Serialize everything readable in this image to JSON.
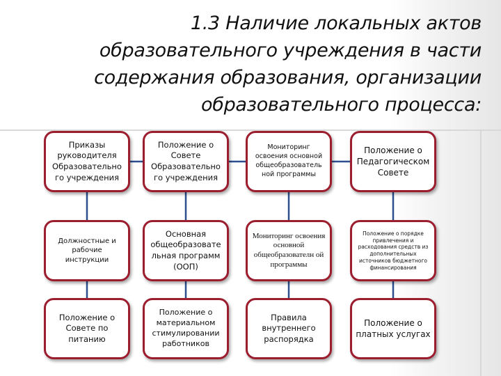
{
  "title_lines": [
    "1.3 Наличие локальных актов",
    "образовательного учреждения в части",
    "содержания  образования, организации",
    "образовательного процесса:"
  ],
  "boxes": {
    "r1c1": "Приказы руководителя Образовательно го учреждения",
    "r1c2": "Положение о Совете Образовательно го учреждения",
    "r1c3": "Мониторинг освоения основной общеобразователь ной программы",
    "r1c4": "Положение о Педагогическом Совете",
    "r2c1": "Должностные  и рабочие инструкции",
    "r2c2": "Основная общеобразовате льная программ (ООП)",
    "r2c3": "Мониторинг освоения основной общеобразователн ой программы",
    "r2c4": "Положение о порядке привлечения и расходования средств из дополнительных источников бюджетного финансирования",
    "r3c1": "Положение о Совете по питанию",
    "r3c2": "Положение о материальном стимулировании работников",
    "r3c3": "Правила внутреннего распорядка",
    "r3c4": "Положение о платных услугах"
  }
}
